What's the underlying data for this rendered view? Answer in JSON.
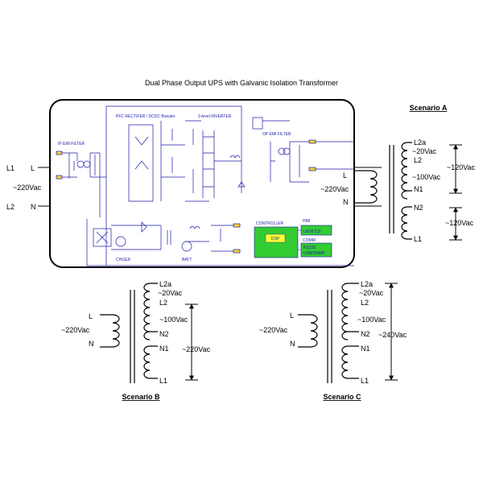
{
  "title": "Dual Phase Output UPS with Galvanic Isolation Transformer",
  "ups": {
    "ip_emi_filter": "IP EMI FILTER",
    "pfc": "PFC RECTIFER / DCDC Booster",
    "inverter": "3-level INVERTER",
    "op_emi_filter": "OP EMI FILTER",
    "controller": "CONTROLLER",
    "dsp": "DSP",
    "hmi": "HMI",
    "led_lcd": "LED/LCD",
    "comm": "COMM",
    "rs232": "RS232",
    "usb_snmp": "USB/SNMP",
    "charger": "CHGER",
    "battery": "BATT"
  },
  "input": {
    "l1": "L1",
    "l": "L",
    "voltage": "~220Vac",
    "l2": "L2",
    "n": "N"
  },
  "scenario_a": {
    "title": "Scenario  A",
    "prim_l": "L",
    "prim_v": "~220Vac",
    "prim_n": "N",
    "l2a": "L2a",
    "v20": "~20Vac",
    "l2": "L2",
    "v100": "~100Vac",
    "n1": "N1",
    "v120a": "~120Vac",
    "n2": "N2",
    "v120b": "~120Vac",
    "l1": "L1"
  },
  "scenario_b": {
    "title": "Scenario  B",
    "prim_l": "L",
    "prim_v": "~220Vac",
    "prim_n": "N",
    "l2a": "L2a",
    "v20": "~20Vac",
    "l2": "L2",
    "v100": "~100Vac",
    "n2": "N2",
    "n1": "N1",
    "v220": "~220Vac",
    "l1": "L1"
  },
  "scenario_c": {
    "title": "Scenario  C",
    "prim_v": "~220Vac",
    "prim_l": "L",
    "prim_n": "N",
    "l2a": "L2a",
    "v20": "~20Vac",
    "l2": "L2",
    "v100": "~100Vac",
    "n2": "N2",
    "n1": "N1",
    "v240": "~240Vac",
    "l1": "L1"
  },
  "colors": {
    "ink": "#000000",
    "schematic": "#1a1aa8",
    "controller_fill": "#33cc33",
    "dsp_fill": "#ffff33",
    "terminal_fill": "#f2d23a"
  }
}
